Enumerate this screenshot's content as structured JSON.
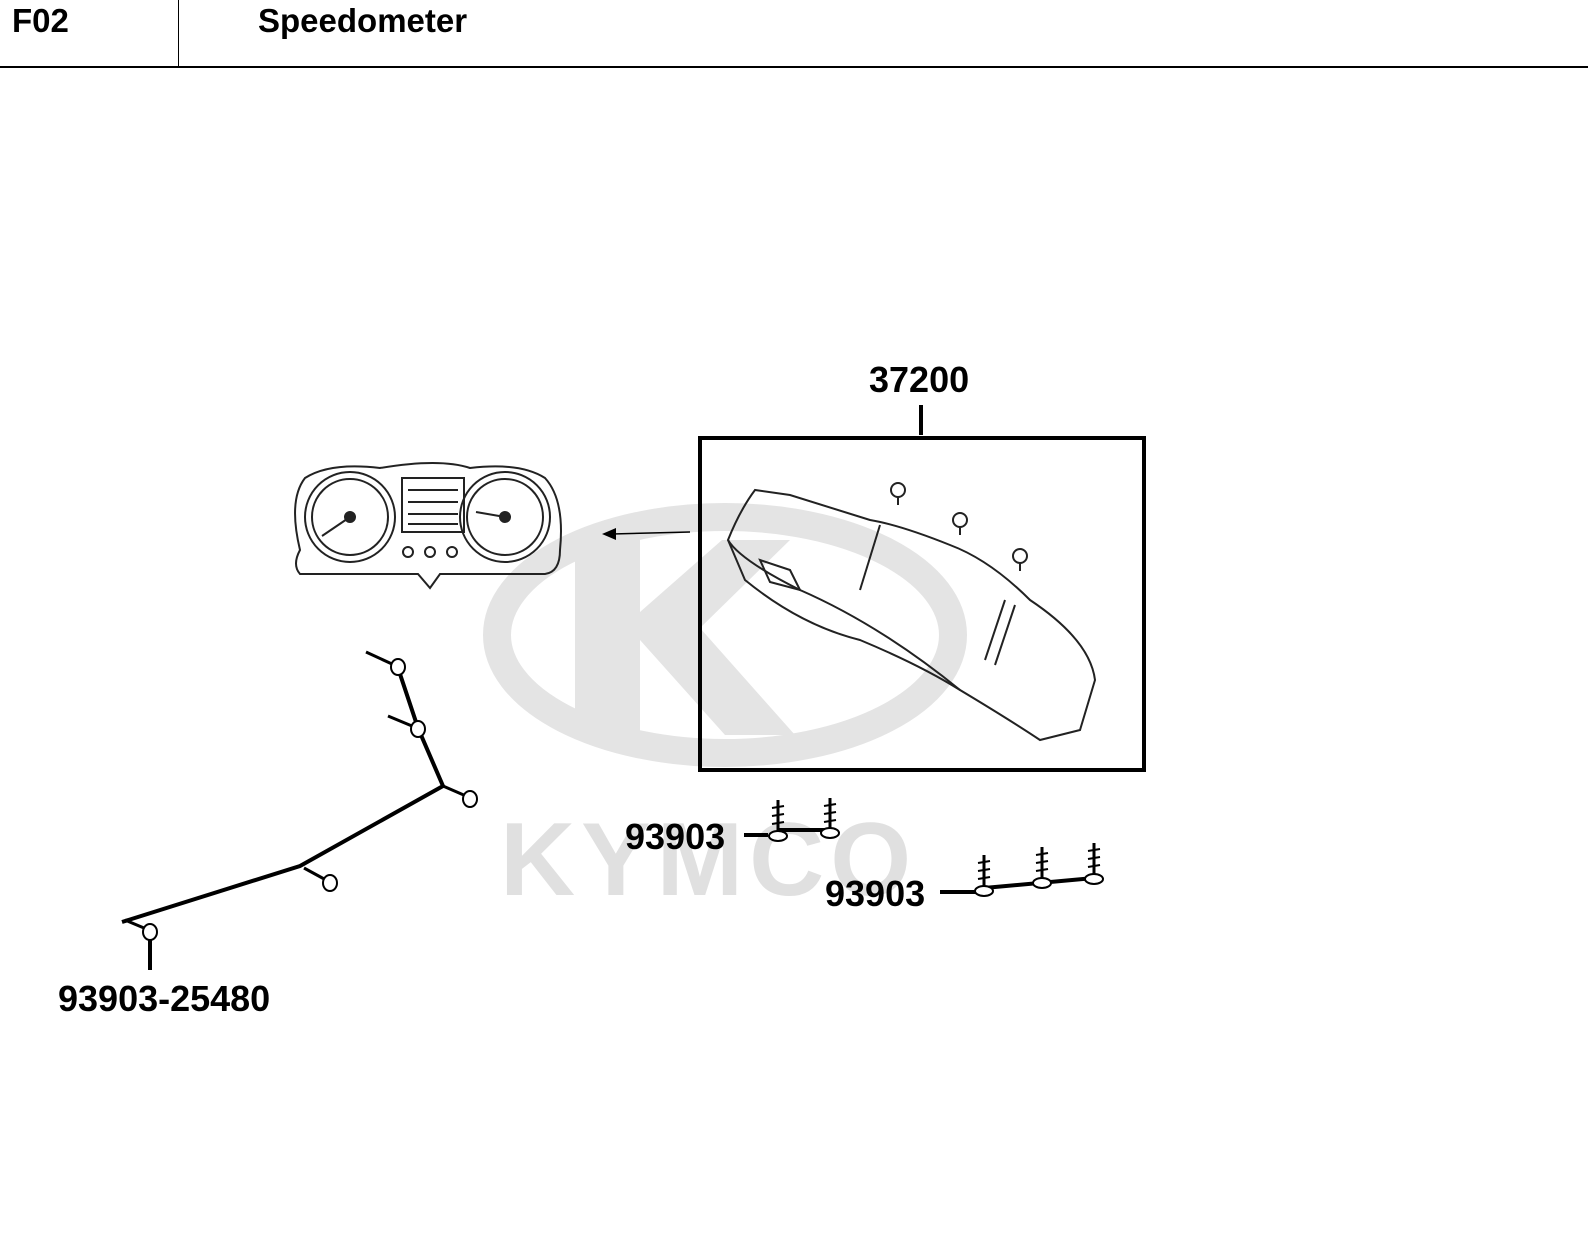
{
  "header": {
    "code": "F02",
    "title": "Speedometer"
  },
  "watermark": {
    "brand": "KYMCO",
    "color": "#e0e0e0"
  },
  "parts": {
    "speedometer_assembly": "37200",
    "screws_upper": "93903",
    "screws_lower": "93903",
    "screw_set": "93903-25480"
  },
  "icons": [
    "speedometer-front-icon",
    "speedometer-side-icon",
    "screw-icon"
  ]
}
